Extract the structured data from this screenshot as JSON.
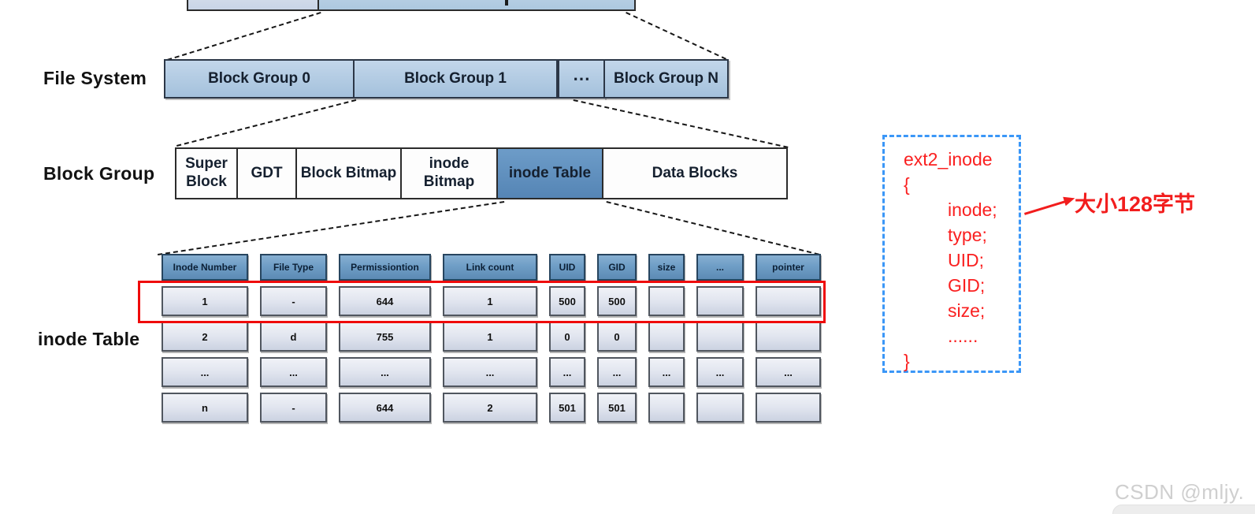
{
  "diagram": {
    "labels": {
      "file_system": "File System",
      "block_group": "Block Group",
      "inode_table": "inode Table"
    },
    "file_system_row": {
      "boxes": [
        "Block Group 0",
        "Block Group 1",
        "⋯",
        "Block Group N"
      ]
    },
    "block_group_row": {
      "boxes": [
        "Super Block",
        "GDT",
        "Block Bitmap",
        "inode Bitmap",
        "inode Table",
        "Data Blocks"
      ]
    },
    "inode_table": {
      "headers": [
        "Inode Number",
        "File Type",
        "Permissiontion",
        "Link count",
        "UID",
        "GID",
        "size",
        "...",
        "pointer"
      ],
      "rows": [
        [
          "1",
          "-",
          "644",
          "1",
          "500",
          "500",
          "",
          "",
          ""
        ],
        [
          "2",
          "d",
          "755",
          "1",
          "0",
          "0",
          "",
          "",
          ""
        ],
        [
          "...",
          "...",
          "...",
          "...",
          "...",
          "...",
          "...",
          "...",
          "..."
        ],
        [
          "n",
          "-",
          "644",
          "2",
          "501",
          "501",
          "",
          "",
          ""
        ]
      ]
    }
  },
  "code_box": {
    "title": "ext2_inode",
    "open_brace": "{",
    "fields": [
      "inode;",
      "type;",
      "UID;",
      "GID;",
      "size;",
      "......"
    ],
    "close_brace": "}"
  },
  "annotation": {
    "label": "大小128字节"
  },
  "watermark": {
    "text": "CSDN @mljy."
  },
  "colors": {
    "fs_box_blue": "#aac6df",
    "inode_table_cell_blue": "#5d8fbf",
    "header_blue": "#6f9ec6",
    "data_cell_light": "#dfe3ee",
    "highlight_red": "#ef0b0b",
    "struct_border_blue": "#3b97f7",
    "struct_text_red": "#fa2020",
    "watermark_gray": "#cfcfcf"
  }
}
